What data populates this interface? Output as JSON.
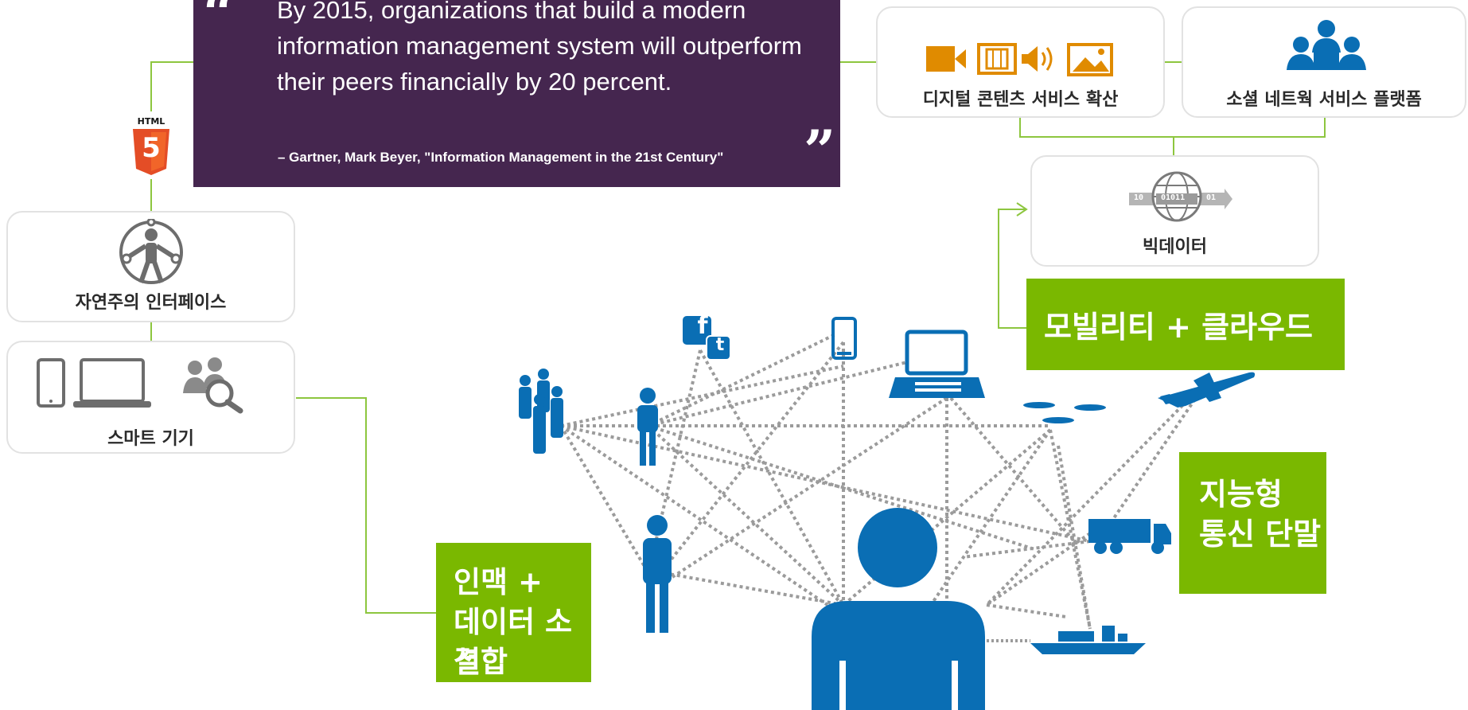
{
  "quote": {
    "text": "By 2015, organizations that build a modern information management system will outperform their peers financially by 20 percent.",
    "source": "– Gartner, Mark Beyer, \"Information Management in the 21st Century\""
  },
  "cards": {
    "digital_content": "디지털 콘텐츠 서비스 확산",
    "social_network": "소셜 네트웍 서비스 플랫폼",
    "big_data": "빅데이터",
    "natural_interface": "자연주의 인터페이스",
    "smart_devices": "스마트 기기",
    "html5_caption": "HTML",
    "html5_number": "5"
  },
  "green_boxes": {
    "mobility_cloud": "모빌리티 + 클라우드",
    "intelligent_terminal_line1": "지능형",
    "intelligent_terminal_line2": "통신 단말",
    "social_data_line1": "인맥 +",
    "social_data_line2": "데이터 소셜",
    "social_data_line3": "결합"
  },
  "icons": {
    "facebook_letter": "f",
    "twitter_letter": "t",
    "binary_left": "10",
    "binary_right": "01",
    "binary_middle": "01011"
  },
  "colors": {
    "accent_green": "#7ab800",
    "quote_purple": "#45264f",
    "icon_blue": "#0a6eb4",
    "icon_orange": "#e08b00",
    "connector_line": "#8dc63f"
  }
}
